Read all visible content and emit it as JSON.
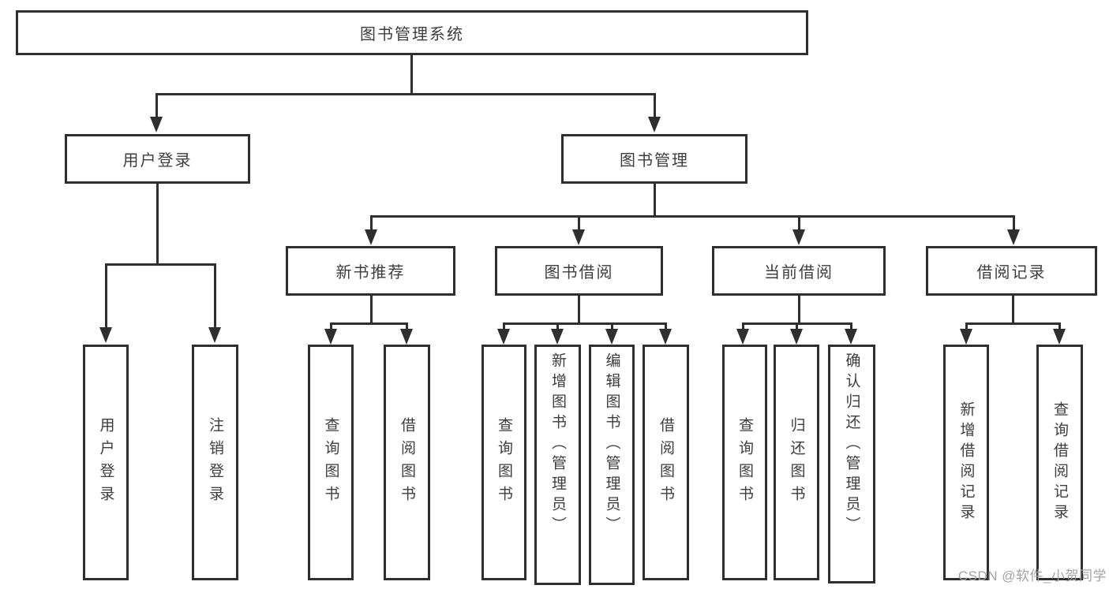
{
  "nodes": {
    "root": "图书管理系统",
    "level2": [
      "用户登录",
      "图书管理"
    ],
    "level3": [
      "新书推荐",
      "图书借阅",
      "当前借阅",
      "借阅记录"
    ],
    "user_login_children": [
      "用户登录",
      "注销登录"
    ],
    "new_book_children": [
      "查询图书",
      "借阅图书"
    ],
    "book_borrow_children": [
      "查询图书",
      "新增图书（管理员）",
      "编辑图书（管理员）",
      "借阅图书"
    ],
    "current_borrow_children": [
      "查询图书",
      "归还图书",
      "确认归还（管理员）"
    ],
    "borrow_record_children": [
      "新增借阅记录",
      "查询借阅记录"
    ]
  },
  "watermark": {
    "text": "CSDN @软件_小贺同学"
  },
  "colors": {
    "line": "#2f2f2f",
    "text": "#3d3d3d",
    "watermark": "#a3a3a3",
    "background": "#ffffff"
  }
}
